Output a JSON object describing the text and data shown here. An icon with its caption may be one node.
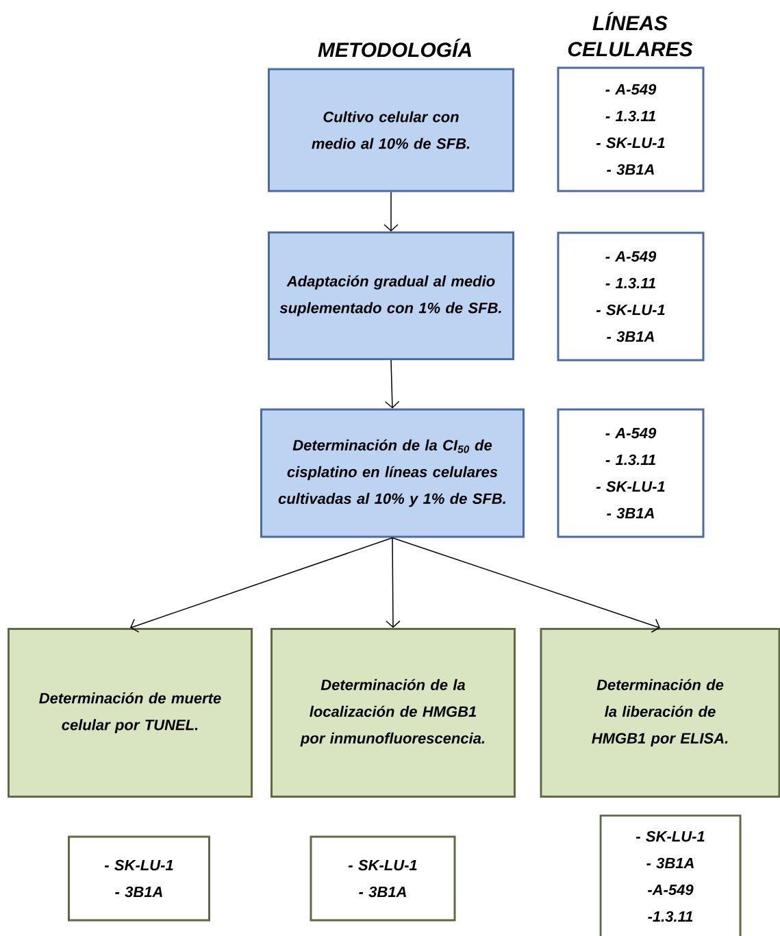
{
  "diagram": {
    "nodes": [
      {
        "text": [
          "Cultivo celular con medio al 10% de SFB."
        ]
      },
      {
        "text": [
          "- A-549",
          "- 1.3.11",
          "- SK-LU-1",
          "- 3B1A"
        ]
      },
      {
        "text": [
          "Adaptación gradual al medio suplementado con 1% de SFB."
        ]
      },
      {
        "text": [
          "- A-549",
          "- 1.3.11",
          "- SK-LU-1",
          "- 3B1A"
        ]
      },
      {
        "text": [
          "Determinación de la CI$_{50}$ de cisplatino en líneas celulares cultivadas al 10% y 1% de SFB."
        ]
      },
      {
        "text": [
          "- A-549",
          "- 1.3.11",
          "- SK-LU-1",
          "- 3B1A"
        ]
      },
      {
        "text": [
          "Determinación de muerte celular por TUNEL."
        ]
      },
      {
        "text": [
          "Determinación de la localización de HMGB1 por inmunofluorescencia."
        ]
      },
      {
        "text": [
          "Determinación de la liberación de HMGB1 por ELISA."
        ]
      },
      {
        "text": [
          "- SK-LU-1",
          "- 3B1A"
        ]
      },
      {
        "text": [
          "- SK-LU-1",
          "- 3B1A"
        ]
      },
      {
        "text": [
          "- SK-LU-1",
          "- 3B1A",
          "-A-549",
          "-1.3.11"
        ]
      }
    ],
    "edges": [
      {
        "from": 0,
        "to": 2,
        "arrow": "to"
      },
      {
        "from": 2,
        "to": 4,
        "arrow": "to"
      },
      {
        "from": 4,
        "to": 6,
        "arrow": "to"
      },
      {
        "from": 4,
        "to": 7,
        "arrow": "to"
      },
      {
        "from": 4,
        "to": 8,
        "arrow": "to"
      }
    ],
    "labels": [
      "METODOLOGÍA",
      "LÍNEAS CELULARES"
    ]
  }
}
